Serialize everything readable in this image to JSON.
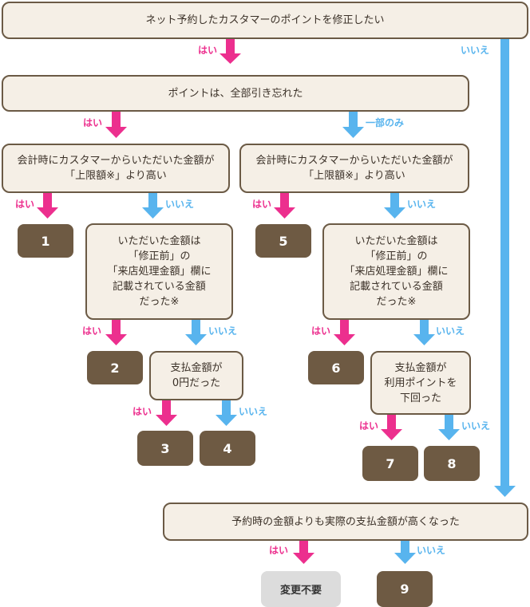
{
  "colors": {
    "yes": "#ec2f8e",
    "no": "#58b4ee",
    "box_border": "#6b5a45",
    "box_fill": "#f5efe6",
    "result_fill": "#6e5a43"
  },
  "labels": {
    "yes": "はい",
    "no": "いいえ",
    "partial": "一部のみ"
  },
  "questions": {
    "q_start": "ネット予約したカスタマーのポイントを修正したい",
    "q_all_canceled": "ポイントは、全部引き忘れた",
    "q_left_amount": "会計時にカスタマーからいただいた金額が\n「上限額※」より高い",
    "q_left_recorded": "いただいた金額は\n「修正前」の\n「来店処理金額」欄に\n記載されている金額\nだった※",
    "q_left_zero": "支払金額が\n0円だった",
    "q_right_amount": "会計時にカスタマーからいただいた金額が\n「上限額※」より高い",
    "q_right_recorded": "いただいた金額は\n「修正前」の\n「来店処理金額」欄に\n記載されている金額\nだった※",
    "q_right_below": "支払金額が\n利用ポイントを\n下回った",
    "q_higher": "予約時の金額よりも実際の支払金額が高くなった"
  },
  "results": {
    "r1": "1",
    "r2": "2",
    "r3": "3",
    "r4": "4",
    "r5": "5",
    "r6": "6",
    "r7": "7",
    "r8": "8",
    "r9": "9",
    "no_change": "変更不要"
  }
}
